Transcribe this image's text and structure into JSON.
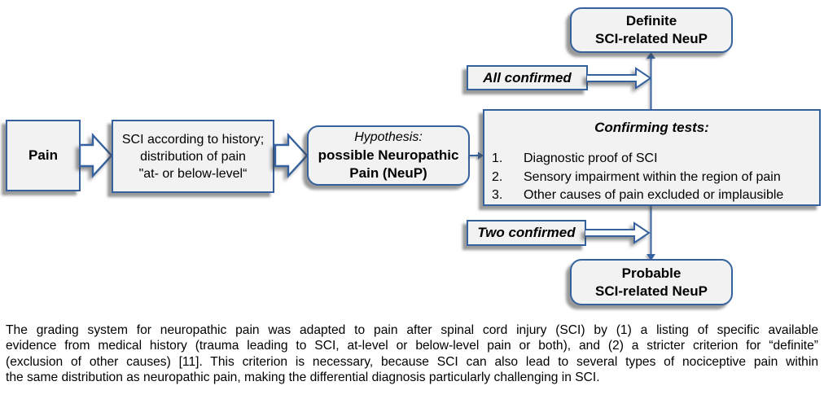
{
  "figure": {
    "colors": {
      "border_blue": "#35629F",
      "box_fill": "#F2F2F2",
      "arrow_fill": "#FFFFFF",
      "shadow": "rgba(70,70,70,0.55)"
    },
    "flow": {
      "pain_box": {
        "label": "Pain"
      },
      "history_box": {
        "lines": [
          "SCI according to history;",
          "distribution of pain",
          "\"at- or below-level“"
        ]
      },
      "hypothesis_box": {
        "heading": "Hypothesis:",
        "lines": [
          "possible Neuropathic",
          "Pain (NeuP)"
        ]
      },
      "confirming_box": {
        "title": "Confirming tests:",
        "items": [
          {
            "num": "1.",
            "text": "Diagnostic proof of SCI"
          },
          {
            "num": "2.",
            "text": "Sensory impairment within the region of pain"
          },
          {
            "num": "3.",
            "text": "Other causes of pain excluded or implausible"
          }
        ]
      },
      "definite_box": {
        "lines": [
          "Definite",
          "SCI-related NeuP"
        ]
      },
      "probable_box": {
        "lines": [
          "Probable",
          "SCI-related NeuP"
        ]
      },
      "all_confirmed_label": "All confirmed",
      "two_confirmed_label": "Two confirmed"
    },
    "caption": {
      "lines": [
        "The grading system for neuropathic pain was adapted to pain after spinal cord injury (SCI) by (1) a listing of specific available",
        "evidence from medical history (trauma leading to SCI, at-level or below-level pain or both), and (2) a stricter criterion for “definite”",
        "(exclusion of other causes) [11]. This criterion is necessary, because SCI can also lead to several types of nociceptive pain within",
        "the same distribution as neuropathic pain, making the differential diagnosis particularly challenging in SCI."
      ]
    }
  }
}
